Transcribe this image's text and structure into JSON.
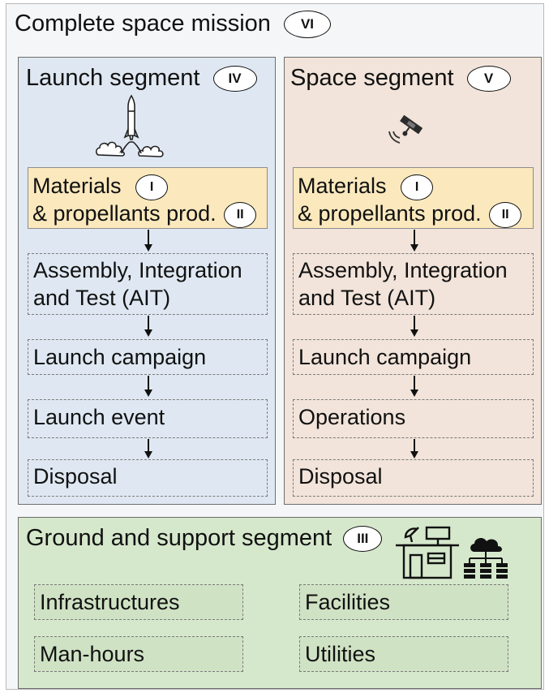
{
  "mission": {
    "title": "Complete space mission",
    "badge": "VI"
  },
  "launch_segment": {
    "title": "Launch segment",
    "badge": "IV",
    "materials": {
      "line1": "Materials",
      "line2": "& propellants prod.",
      "badge1": "I",
      "badge2": "II"
    },
    "steps": [
      "Assembly, Integration",
      "and Test (AIT)",
      "Launch campaign",
      "Launch event",
      "Disposal"
    ]
  },
  "space_segment": {
    "title": "Space segment",
    "badge": "V",
    "materials": {
      "line1": "Materials",
      "line2": "& propellants prod.",
      "badge1": "I",
      "badge2": "II"
    },
    "steps": [
      "Assembly, Integration",
      "and Test (AIT)",
      "Launch campaign",
      "Operations",
      "Disposal"
    ]
  },
  "ground_segment": {
    "title": "Ground and support segment",
    "badge": "III",
    "items": [
      "Infrastructures",
      "Facilities",
      "Man-hours",
      "Utilities"
    ]
  },
  "icons": [
    "rocket-icon",
    "satellite-icon",
    "building-icon",
    "cloud-server-icon"
  ],
  "colors": {
    "launch_bg": "#dfe8f2",
    "space_bg": "#f2e4da",
    "materials_bg": "#fbe9bd",
    "ground_bg": "#d6e8cc"
  }
}
